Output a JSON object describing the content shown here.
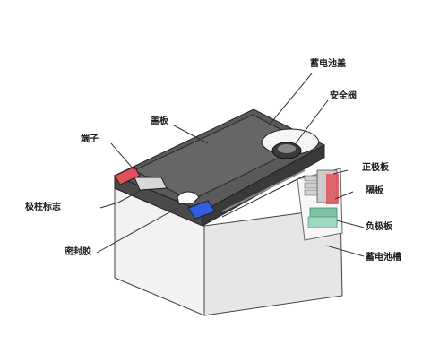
{
  "labels": {
    "battery_case_cover": "蓄电池盖",
    "safety_valve": "安全阀",
    "cover_plate": "盖板",
    "terminal": "端子",
    "terminal_pole": "极柱标志",
    "positive_plate": "正极板",
    "separator": "隔板",
    "negative_plate": "负极板",
    "sealant": "密封胶",
    "battery_case": "蓄电池槽"
  },
  "colors": {
    "cover_dark": "#3c3c3c",
    "case_light": "#ebebeb",
    "positive_marker": "#e0505a",
    "negative_marker": "#2f5ee0",
    "leader_line": "#333333",
    "plate_green": "#7fc4a6"
  }
}
